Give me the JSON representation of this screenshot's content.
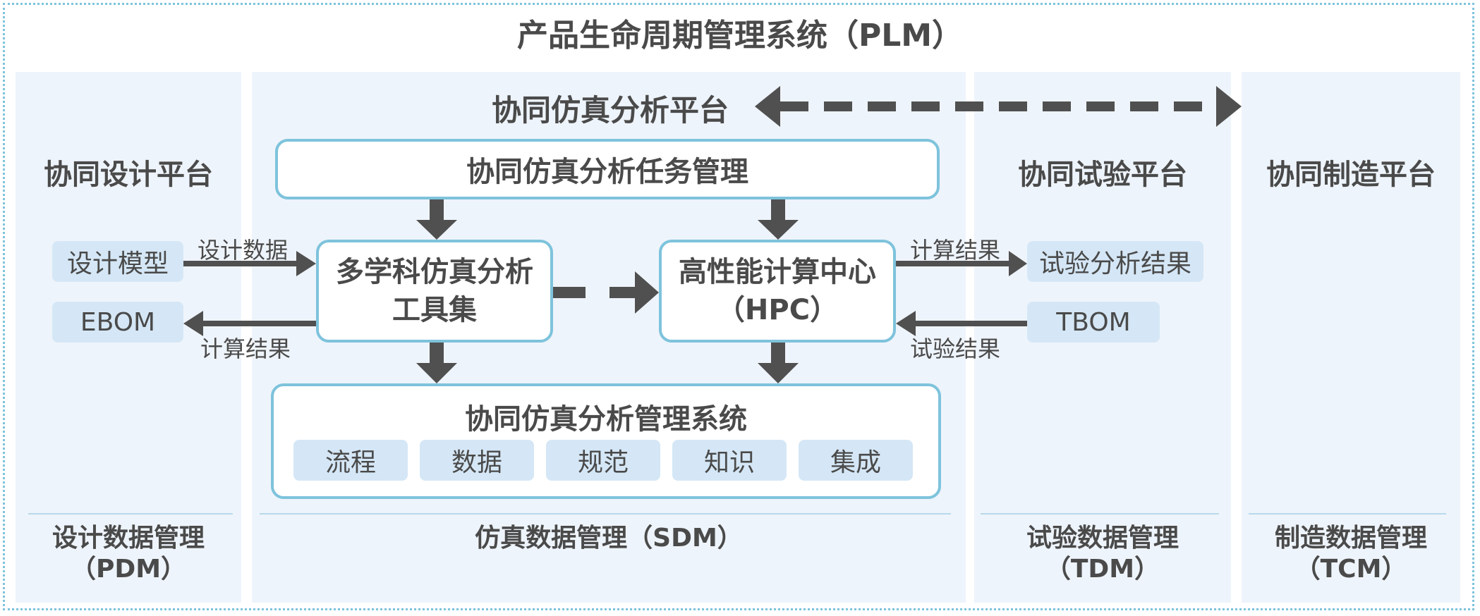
{
  "title": "产品生命周期管理系统（PLM）",
  "platforms": {
    "design": "协同设计平台",
    "simulation": "协同仿真分析平台",
    "test": "协同试验平台",
    "manufacturing": "协同制造平台"
  },
  "simulation": {
    "task_management": "协同仿真分析任务管理",
    "toolset_line1": "多学科仿真分析",
    "toolset_line2": "工具集",
    "hpc_line1": "高性能计算中心",
    "hpc_line2": "（HPC）",
    "management_system": "协同仿真分析管理系统",
    "modules": [
      "流程",
      "数据",
      "规范",
      "知识",
      "集成"
    ]
  },
  "design_items": {
    "model": "设计模型",
    "ebom": "EBOM"
  },
  "test_items": {
    "analysis_result": "试验分析结果",
    "tbom": "TBOM"
  },
  "edge_labels": {
    "design_data": "设计数据",
    "calc_result_left": "计算结果",
    "calc_result_right": "计算结果",
    "test_result": "试验结果"
  },
  "footers": {
    "pdm_line1": "设计数据管理",
    "pdm_line2": "（PDM）",
    "sdm": "仿真数据管理（SDM）",
    "tdm_line1": "试验数据管理",
    "tdm_line2": "（TDM）",
    "tcm_line1": "制造数据管理",
    "tcm_line2": "（TCM）"
  },
  "colors": {
    "accent_border": "#7ec3dc",
    "panel_bg": "#eef4fb",
    "chip_bg": "#d5e7f6",
    "arrow": "#505050"
  }
}
